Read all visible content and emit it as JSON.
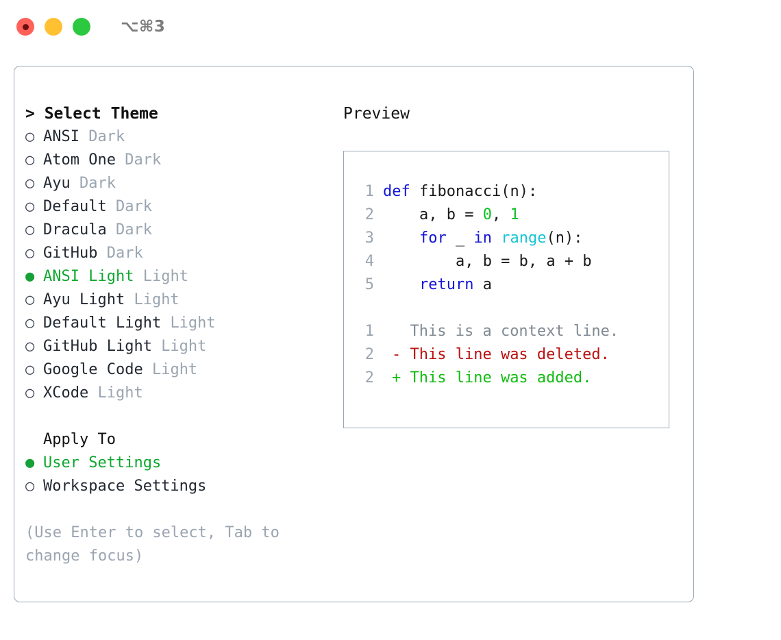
{
  "titlebar": {
    "shortcut": "⌥⌘3",
    "lights": [
      {
        "name": "close",
        "color": "#ff6159"
      },
      {
        "name": "minimize",
        "color": "#ffc131"
      },
      {
        "name": "maximize",
        "color": "#2bc840"
      }
    ]
  },
  "theme_list": {
    "header": "> Select Theme",
    "items": [
      {
        "bullet": "○",
        "selected": false,
        "label": "ANSI ",
        "suffix": "Dark"
      },
      {
        "bullet": "○",
        "selected": false,
        "label": "Atom One ",
        "suffix": "Dark"
      },
      {
        "bullet": "○",
        "selected": false,
        "label": "Ayu ",
        "suffix": "Dark"
      },
      {
        "bullet": "○",
        "selected": false,
        "label": "Default ",
        "suffix": "Dark"
      },
      {
        "bullet": "○",
        "selected": false,
        "label": "Dracula ",
        "suffix": "Dark"
      },
      {
        "bullet": "○",
        "selected": false,
        "label": "GitHub ",
        "suffix": "Dark"
      },
      {
        "bullet": "●",
        "selected": true,
        "label": "ANSI Light ",
        "suffix": "Light"
      },
      {
        "bullet": "○",
        "selected": false,
        "label": "Ayu Light ",
        "suffix": "Light"
      },
      {
        "bullet": "○",
        "selected": false,
        "label": "Default Light ",
        "suffix": "Light"
      },
      {
        "bullet": "○",
        "selected": false,
        "label": "GitHub Light ",
        "suffix": "Light"
      },
      {
        "bullet": "○",
        "selected": false,
        "label": "Google Code ",
        "suffix": "Light"
      },
      {
        "bullet": "○",
        "selected": false,
        "label": "XCode ",
        "suffix": "Light"
      }
    ]
  },
  "apply_to": {
    "header": "Apply To",
    "items": [
      {
        "bullet": "●",
        "selected": true,
        "label": "User Settings"
      },
      {
        "bullet": "○",
        "selected": false,
        "label": "Workspace Settings"
      }
    ]
  },
  "hint": "(Use Enter to select, Tab to change focus)",
  "preview": {
    "title": "Preview",
    "code_lines": [
      {
        "n": "1",
        "tokens": [
          {
            "t": "def",
            "c": "k-def"
          },
          {
            "t": " ",
            "c": "k-plain"
          },
          {
            "t": "fibonacci(n):",
            "c": "k-plain"
          }
        ]
      },
      {
        "n": "2",
        "tokens": [
          {
            "t": "    a, b = ",
            "c": "k-plain"
          },
          {
            "t": "0",
            "c": "k-num"
          },
          {
            "t": ", ",
            "c": "k-plain"
          },
          {
            "t": "1",
            "c": "k-num"
          }
        ]
      },
      {
        "n": "3",
        "tokens": [
          {
            "t": "    ",
            "c": "k-plain"
          },
          {
            "t": "for",
            "c": "k-kw"
          },
          {
            "t": " _ ",
            "c": "k-plain"
          },
          {
            "t": "in",
            "c": "k-kw"
          },
          {
            "t": " ",
            "c": "k-plain"
          },
          {
            "t": "range",
            "c": "k-fn"
          },
          {
            "t": "(n):",
            "c": "k-plain"
          }
        ]
      },
      {
        "n": "4",
        "tokens": [
          {
            "t": "        a, b = b, a + b",
            "c": "k-plain"
          }
        ]
      },
      {
        "n": "5",
        "tokens": [
          {
            "t": "    ",
            "c": "k-plain"
          },
          {
            "t": "return",
            "c": "k-kw"
          },
          {
            "t": " a",
            "c": "k-plain"
          }
        ]
      }
    ],
    "diff_lines": [
      {
        "n": "1",
        "marker": " ",
        "text": " This is a context line.",
        "cls": "d-ctx"
      },
      {
        "n": "2",
        "marker": "-",
        "text": " This line was deleted.",
        "cls": "d-del"
      },
      {
        "n": "2",
        "marker": "+",
        "text": " This line was added.",
        "cls": "d-add"
      }
    ]
  }
}
